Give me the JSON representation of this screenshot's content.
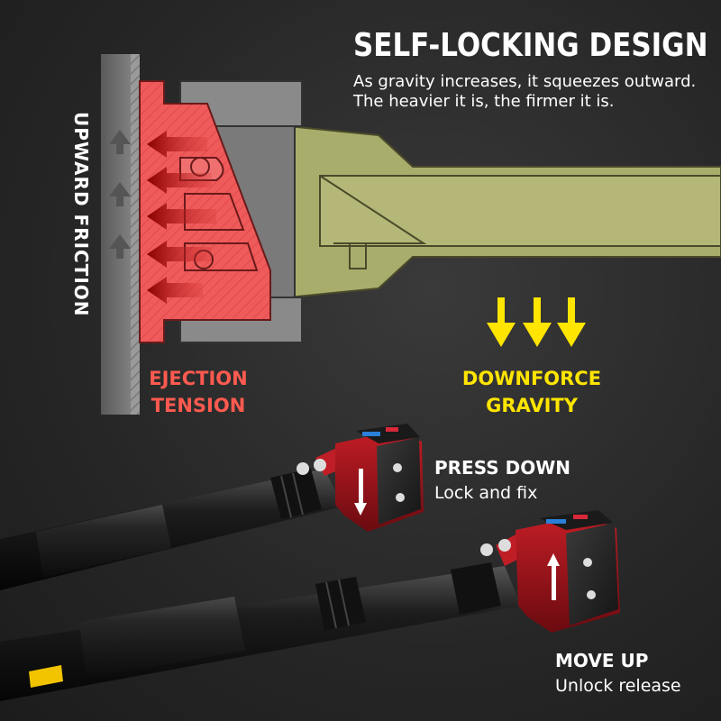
{
  "header": {
    "title": "SELF-LOCKING DESIGN",
    "subtitle_line1": "As gravity increases, it squeezes outward.",
    "subtitle_line2": "The heavier it is, the firmer it is."
  },
  "labels": {
    "upward_friction": "UPWARD FRICTION",
    "ejection_line1": "EJECTION",
    "ejection_line2": "TENSION",
    "downforce_line1": "DOWNFORCE",
    "downforce_line2": "GRAVITY"
  },
  "callouts": {
    "press_down_title": "PRESS DOWN",
    "press_down_sub": "Lock and fix",
    "move_up_title": "MOVE UP",
    "move_up_sub": "Unlock release"
  },
  "colors": {
    "accent_red": "#ff5a50",
    "accent_yellow": "#ffe500",
    "mechanism_red": "#f45c5c",
    "bar_olive": "#a9ad6c"
  },
  "icons": [
    "arrow-left-icon",
    "arrow-up-icon",
    "arrow-down-icon"
  ]
}
